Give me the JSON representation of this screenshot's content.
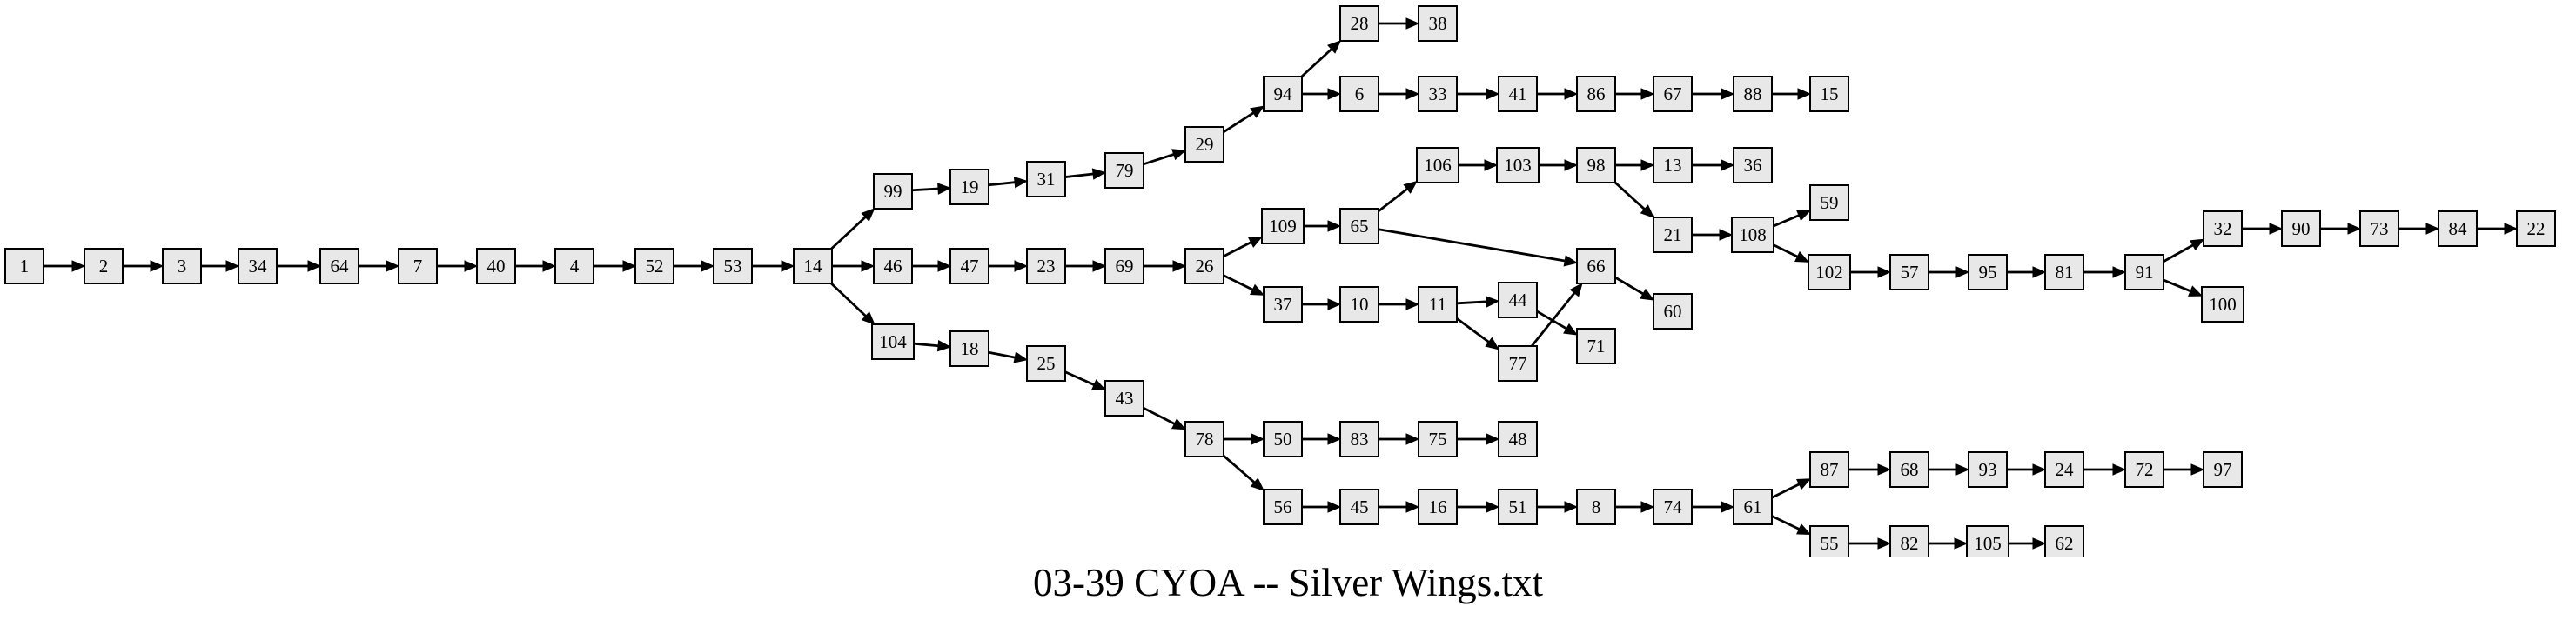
{
  "caption": "03-39 CYOA -- Silver Wings.txt",
  "colors": {
    "node_fill": "#e8e8e8",
    "node_border": "#000000",
    "edge": "#000000"
  },
  "nodes": [
    "1",
    "2",
    "3",
    "34",
    "64",
    "7",
    "40",
    "4",
    "52",
    "53",
    "14",
    "99",
    "46",
    "104",
    "19",
    "47",
    "18",
    "31",
    "23",
    "25",
    "79",
    "69",
    "43",
    "29",
    "26",
    "78",
    "94",
    "109",
    "37",
    "50",
    "56",
    "28",
    "6",
    "65",
    "10",
    "83",
    "45",
    "38",
    "33",
    "106",
    "11",
    "75",
    "16",
    "41",
    "103",
    "44",
    "77",
    "48",
    "51",
    "86",
    "98",
    "66",
    "71",
    "8",
    "67",
    "13",
    "21",
    "60",
    "74",
    "88",
    "36",
    "108",
    "61",
    "15",
    "59",
    "102",
    "87",
    "55",
    "57",
    "68",
    "82",
    "95",
    "93",
    "105",
    "81",
    "24",
    "62",
    "91",
    "72",
    "32",
    "100",
    "97",
    "90",
    "73",
    "84",
    "22"
  ],
  "edges": [
    [
      "1",
      "2"
    ],
    [
      "2",
      "3"
    ],
    [
      "3",
      "34"
    ],
    [
      "34",
      "64"
    ],
    [
      "64",
      "7"
    ],
    [
      "7",
      "40"
    ],
    [
      "40",
      "4"
    ],
    [
      "4",
      "52"
    ],
    [
      "52",
      "53"
    ],
    [
      "53",
      "14"
    ],
    [
      "14",
      "99"
    ],
    [
      "14",
      "46"
    ],
    [
      "14",
      "104"
    ],
    [
      "99",
      "19"
    ],
    [
      "19",
      "31"
    ],
    [
      "31",
      "79"
    ],
    [
      "79",
      "29"
    ],
    [
      "29",
      "94"
    ],
    [
      "94",
      "28"
    ],
    [
      "28",
      "38"
    ],
    [
      "94",
      "6"
    ],
    [
      "6",
      "33"
    ],
    [
      "33",
      "41"
    ],
    [
      "41",
      "86"
    ],
    [
      "86",
      "67"
    ],
    [
      "67",
      "88"
    ],
    [
      "88",
      "15"
    ],
    [
      "46",
      "47"
    ],
    [
      "47",
      "23"
    ],
    [
      "23",
      "69"
    ],
    [
      "69",
      "26"
    ],
    [
      "26",
      "109"
    ],
    [
      "26",
      "37"
    ],
    [
      "109",
      "65"
    ],
    [
      "65",
      "106"
    ],
    [
      "65",
      "66"
    ],
    [
      "106",
      "103"
    ],
    [
      "103",
      "98"
    ],
    [
      "98",
      "13"
    ],
    [
      "13",
      "36"
    ],
    [
      "98",
      "21"
    ],
    [
      "21",
      "108"
    ],
    [
      "108",
      "59"
    ],
    [
      "108",
      "102"
    ],
    [
      "102",
      "57"
    ],
    [
      "57",
      "95"
    ],
    [
      "95",
      "81"
    ],
    [
      "81",
      "91"
    ],
    [
      "91",
      "32"
    ],
    [
      "91",
      "100"
    ],
    [
      "32",
      "90"
    ],
    [
      "90",
      "73"
    ],
    [
      "73",
      "84"
    ],
    [
      "84",
      "22"
    ],
    [
      "37",
      "10"
    ],
    [
      "10",
      "11"
    ],
    [
      "11",
      "44"
    ],
    [
      "11",
      "77"
    ],
    [
      "44",
      "71"
    ],
    [
      "77",
      "66"
    ],
    [
      "66",
      "60"
    ],
    [
      "104",
      "18"
    ],
    [
      "18",
      "25"
    ],
    [
      "25",
      "43"
    ],
    [
      "43",
      "78"
    ],
    [
      "78",
      "50"
    ],
    [
      "78",
      "56"
    ],
    [
      "50",
      "83"
    ],
    [
      "83",
      "75"
    ],
    [
      "75",
      "48"
    ],
    [
      "56",
      "45"
    ],
    [
      "45",
      "16"
    ],
    [
      "16",
      "51"
    ],
    [
      "51",
      "8"
    ],
    [
      "8",
      "74"
    ],
    [
      "74",
      "61"
    ],
    [
      "61",
      "87"
    ],
    [
      "61",
      "55"
    ],
    [
      "87",
      "68"
    ],
    [
      "68",
      "93"
    ],
    [
      "93",
      "24"
    ],
    [
      "24",
      "72"
    ],
    [
      "72",
      "97"
    ],
    [
      "55",
      "82"
    ],
    [
      "82",
      "105"
    ],
    [
      "105",
      "62"
    ]
  ]
}
